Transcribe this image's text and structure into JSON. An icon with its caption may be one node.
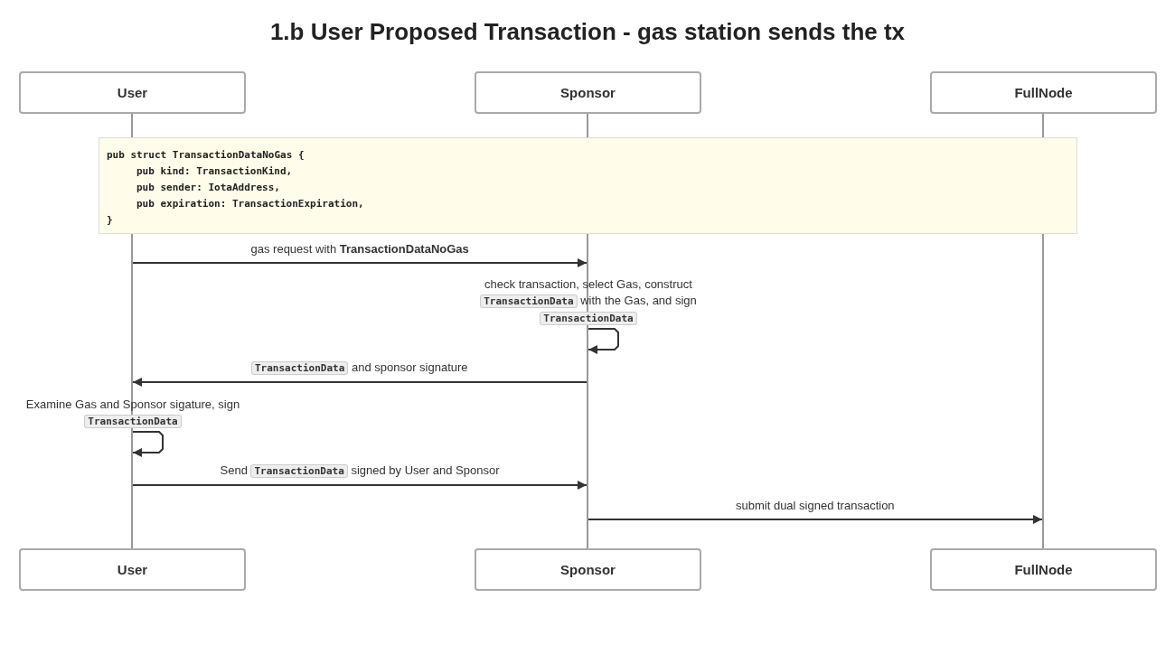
{
  "diagram": {
    "title": "1.b User Proposed Transaction - gas station sends the tx",
    "nodes": [
      {
        "text": [
          "User"
        ]
      },
      {
        "text": [
          "Sponsor"
        ]
      },
      {
        "text": [
          "FullNode"
        ]
      },
      {
        "text": [
          "pub struct TransactionDataNoGas {",
          "pub kind: TransactionKind,",
          "pub sender: IotaAddress,",
          "pub expiration: TransactionExpiration,",
          "}"
        ]
      },
      {
        "text": [],
        "shape": "line"
      },
      {
        "text": [],
        "shape": "line"
      },
      {
        "text": [],
        "shape": "line"
      },
      {
        "text": [
          "User"
        ]
      },
      {
        "text": [
          "Sponsor"
        ]
      },
      {
        "text": [
          "FullNode"
        ]
      }
    ],
    "edges": [
      {
        "from": 4,
        "to": 5,
        "arrow": "to",
        "label": "gas request with **TransactionDataNoGas**"
      },
      {
        "from": 5,
        "to": 5,
        "arrow": "to",
        "label": "check transaction, select Gas, construct **TransactionData** with the Gas, and sign **TransactionData**"
      },
      {
        "from": 5,
        "to": 4,
        "arrow": "to",
        "label": "**TransactionData** and sponsor signature"
      },
      {
        "from": 4,
        "to": 4,
        "arrow": "to",
        "label": "Examine Gas and Sponsor sigature, sign **TransactionData**"
      },
      {
        "from": 4,
        "to": 5,
        "arrow": "to",
        "label": "Send **TransactionData** signed by User and Sponsor"
      },
      {
        "from": 5,
        "to": 6,
        "arrow": "to",
        "label": "submit dual signed transaction"
      }
    ]
  }
}
